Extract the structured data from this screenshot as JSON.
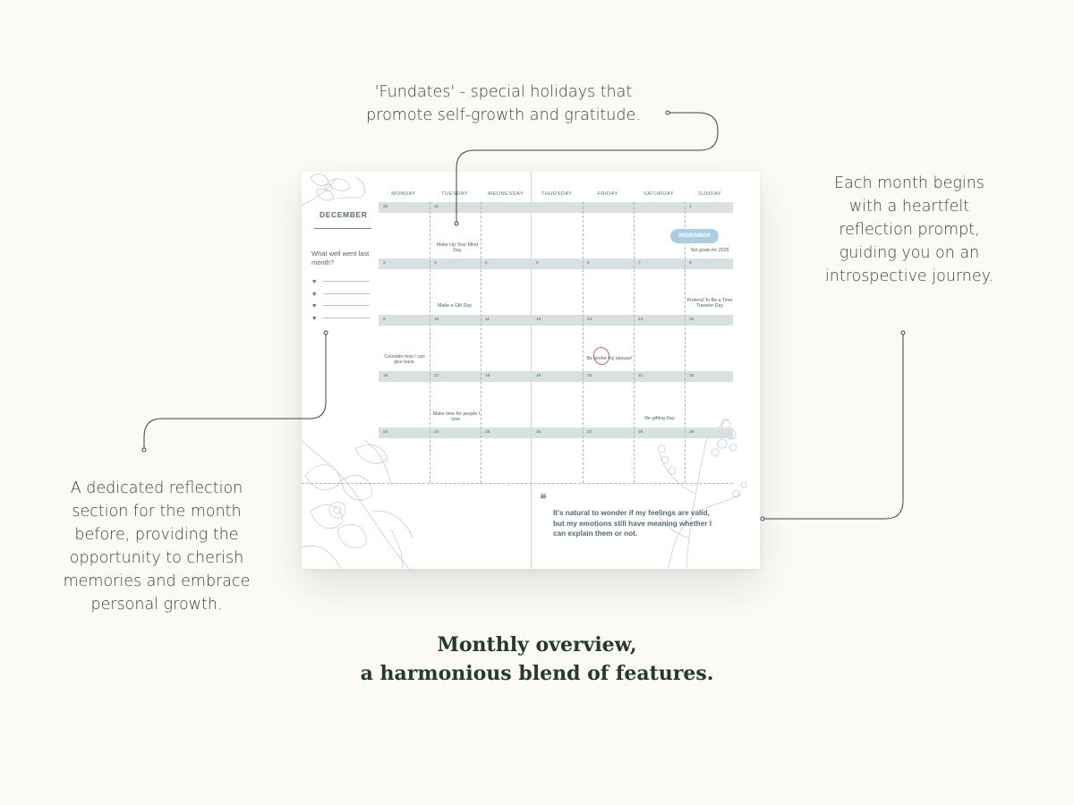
{
  "callouts": {
    "top": "'Fundates' - special holidays that promote self-growth and gratitude.",
    "right": "Each month begins with a heartfelt reflection prompt, guiding you on an introspective journey.",
    "left": "A dedicated reflection section for the month before, providing the opportunity to cherish memories and embrace personal growth."
  },
  "headline": {
    "line1": "Monthly overview,",
    "line2": "a harmonious blend of features."
  },
  "planner": {
    "month": "DECEMBER",
    "reflection_prompt": "What well went last month?",
    "heart_icon": "♥",
    "days": [
      "MONDAY",
      "TUESDAY",
      "WEDNESDAY",
      "THURSDAY",
      "FRIDAY",
      "SATURDAY",
      "SUNDAY"
    ],
    "weeks": [
      [
        "30",
        "31",
        "",
        "",
        "",
        "",
        "1"
      ],
      [
        "2",
        "3",
        "4",
        "5",
        "6",
        "7",
        "8"
      ],
      [
        "9",
        "10",
        "11",
        "12",
        "13",
        "14",
        "15"
      ],
      [
        "16",
        "17",
        "18",
        "19",
        "20",
        "21",
        "22"
      ],
      [
        "23",
        "24",
        "25",
        "26",
        "27",
        "28",
        "29"
      ]
    ],
    "events": {
      "make_up_mind": "Make Up Your Mind Day",
      "set_goals": "Set goals for 2025",
      "remember": "REMEMBER",
      "make_gift": "Make a Gift Day",
      "time_traveler": "Pretend To Be a Time Traveler Day",
      "consider": "Consider how I can give back.",
      "be_kinder": "Be kinder my spouse!",
      "make_time": "Make time for people I love.",
      "regifting": "Re-gifting Day"
    },
    "quote_mark": "❛❛",
    "quote": "It's natural to wonder if my feelings are valid, but my emotions still have meaning whether I can explain them or not."
  }
}
